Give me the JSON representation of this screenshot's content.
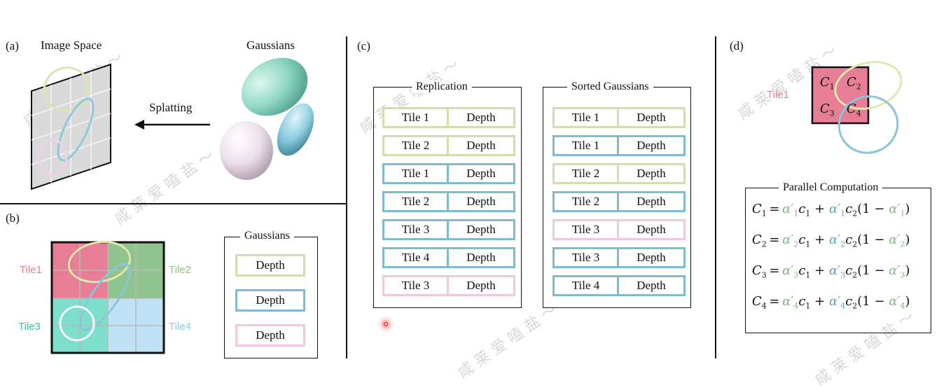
{
  "colors": {
    "yellow": "#d6dcae",
    "blue": "#7fbcd0",
    "pink": "#f0c8e0",
    "tile1": "#e77e95",
    "tile2": "#8fc48e",
    "tile3": "#7ee0cc",
    "tile4": "#bfe1f4"
  },
  "panel_a": {
    "label": "(a)",
    "image_space": "Image Space",
    "gaussians": "Gaussians",
    "splatting": "Splatting"
  },
  "panel_b": {
    "label": "(b)",
    "tiles": [
      "Tile1",
      "Tile2",
      "Tile3",
      "Tile4"
    ],
    "legend_title": "Gaussians",
    "legend_items": [
      "Depth",
      "Depth",
      "Depth"
    ]
  },
  "panel_c": {
    "label": "(c)",
    "replication_title": "Replication",
    "replication_rows": [
      {
        "tile": "Tile 1",
        "depth": "Depth",
        "color": "yellow"
      },
      {
        "tile": "Tile 2",
        "depth": "Depth",
        "color": "yellow"
      },
      {
        "tile": "Tile 1",
        "depth": "Depth",
        "color": "blue"
      },
      {
        "tile": "Tile 2",
        "depth": "Depth",
        "color": "blue"
      },
      {
        "tile": "Tile 3",
        "depth": "Depth",
        "color": "blue"
      },
      {
        "tile": "Tile 4",
        "depth": "Depth",
        "color": "blue"
      },
      {
        "tile": "Tile 3",
        "depth": "Depth",
        "color": "pink"
      }
    ],
    "sorted_title": "Sorted Gaussians",
    "sorted_rows": [
      {
        "tile": "Tile 1",
        "depth": "Depth",
        "color": "yellow"
      },
      {
        "tile": "Tile 1",
        "depth": "Depth",
        "color": "blue"
      },
      {
        "tile": "Tile 2",
        "depth": "Depth",
        "color": "yellow"
      },
      {
        "tile": "Tile 2",
        "depth": "Depth",
        "color": "blue"
      },
      {
        "tile": "Tile 3",
        "depth": "Depth",
        "color": "pink"
      },
      {
        "tile": "Tile 3",
        "depth": "Depth",
        "color": "blue"
      },
      {
        "tile": "Tile 4",
        "depth": "Depth",
        "color": "blue"
      }
    ]
  },
  "panel_d": {
    "label": "(d)",
    "tile_label": "Tile1",
    "cells": [
      "C",
      "C",
      "C",
      "C"
    ],
    "cell_subs": [
      "1",
      "2",
      "3",
      "4"
    ],
    "parallel_title": "Parallel Computation",
    "eq_subs": [
      "1",
      "2",
      "3",
      "4"
    ]
  },
  "watermark": "咸 莱 爱 嗑 盐 ～"
}
